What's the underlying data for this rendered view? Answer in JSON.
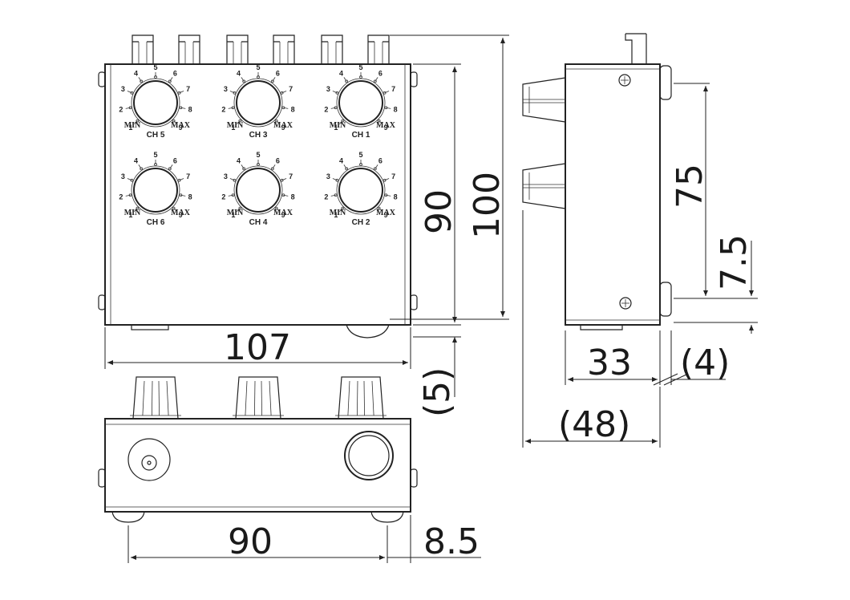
{
  "dimensions": {
    "front_height": "90",
    "total_height": "100",
    "front_width": "107",
    "foot_offset": "(5)",
    "side_upper": "75",
    "side_lower": "7.5",
    "side_depth": "33",
    "side_knob": "(4)",
    "side_total": "(48)",
    "bottom_width": "90",
    "bottom_offset": "8.5"
  },
  "knob_scale": {
    "numbers": [
      "1",
      "2",
      "3",
      "4",
      "5",
      "6",
      "7",
      "8",
      "9"
    ],
    "min": "MIN",
    "max": "MAX"
  },
  "channels": [
    "CH 5",
    "CH 3",
    "CH 1",
    "CH 6",
    "CH 4",
    "CH 2"
  ],
  "colors": {
    "line": "#222222",
    "background": "#ffffff"
  }
}
